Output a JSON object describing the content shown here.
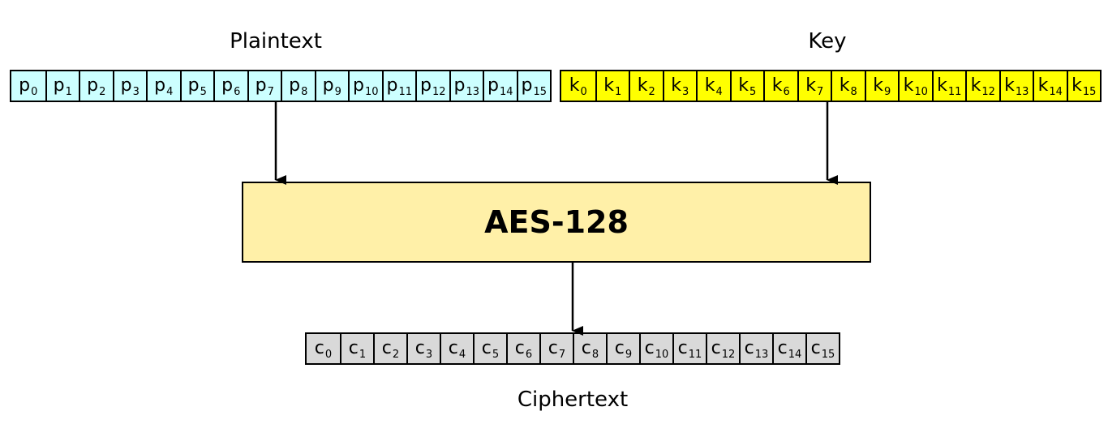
{
  "plaintext": {
    "title": "Plaintext",
    "symbol": "p",
    "bytes": [
      "0",
      "1",
      "2",
      "3",
      "4",
      "5",
      "6",
      "7",
      "8",
      "9",
      "10",
      "11",
      "12",
      "13",
      "14",
      "15"
    ],
    "fill": "#ccffff"
  },
  "key": {
    "title": "Key",
    "symbol": "k",
    "bytes": [
      "0",
      "1",
      "2",
      "3",
      "4",
      "5",
      "6",
      "7",
      "8",
      "9",
      "10",
      "11",
      "12",
      "13",
      "14",
      "15"
    ],
    "fill": "#ffff00"
  },
  "cipher": {
    "title": "AES-128",
    "fill": "#fff0a8"
  },
  "ciphertext": {
    "title": "Ciphertext",
    "symbol": "c",
    "bytes": [
      "0",
      "1",
      "2",
      "3",
      "4",
      "5",
      "6",
      "7",
      "8",
      "9",
      "10",
      "11",
      "12",
      "13",
      "14",
      "15"
    ],
    "fill": "#d9d9d9"
  }
}
